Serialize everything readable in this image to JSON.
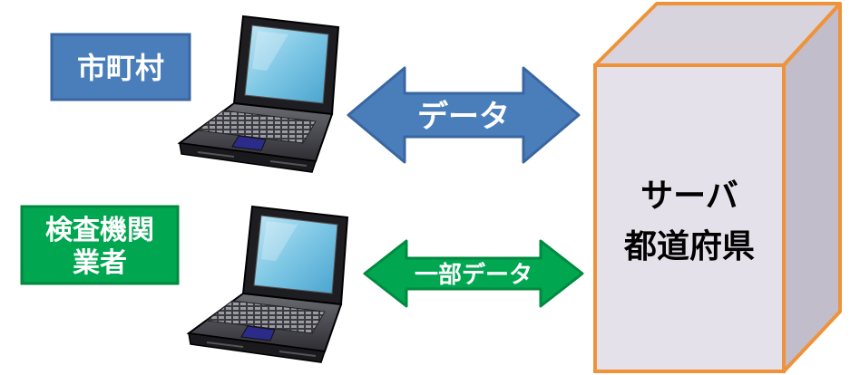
{
  "clients": [
    {
      "label": "市町村",
      "color": "#4a7ebb",
      "border": "#3a66a0"
    },
    {
      "label_line1": "検査機関",
      "label_line2": "業者",
      "color": "#00a650",
      "border": "#008a40"
    }
  ],
  "arrows": [
    {
      "label": "データ",
      "color": "#4a7ebb",
      "border": "#3a66a0"
    },
    {
      "label": "一部データ",
      "color": "#00a650",
      "border": "#008a40"
    }
  ],
  "server": {
    "title": "サーバ",
    "subtitle": "都道府県",
    "front_color": "#e4e1ea",
    "side_color": "#c2bdca",
    "top_color": "#d8d4de",
    "edge_color": "#f0923a"
  }
}
